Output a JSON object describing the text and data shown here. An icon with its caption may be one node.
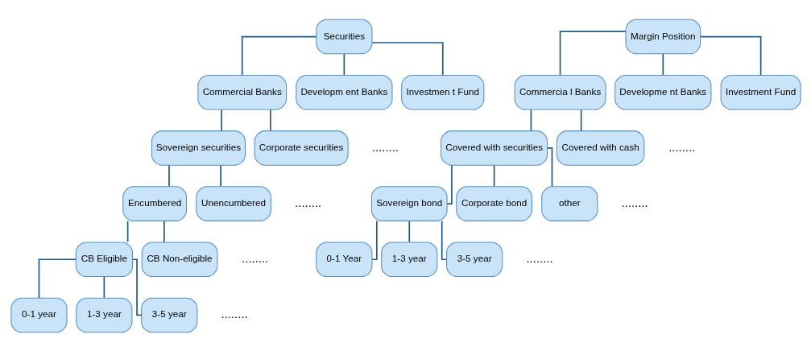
{
  "diagram": {
    "nodes": [
      {
        "text": [
          "Securities"
        ]
      },
      {
        "text": [
          "Commercial Banks"
        ]
      },
      {
        "text": [
          "Developm ent Banks"
        ]
      },
      {
        "text": [
          "Investmen t Fund"
        ]
      },
      {
        "text": [
          "Sovereign securities"
        ]
      },
      {
        "text": [
          "Corporate securities"
        ]
      },
      {
        "text": [
          "Encumbered"
        ]
      },
      {
        "text": [
          "Unencumbered"
        ]
      },
      {
        "text": [
          "CB Eligible"
        ]
      },
      {
        "text": [
          "CB Non-eligible"
        ]
      },
      {
        "text": [
          "0-1 year"
        ]
      },
      {
        "text": [
          "1-3 year"
        ]
      },
      {
        "text": [
          "3-5 year"
        ]
      },
      {
        "text": [
          "Margin Position"
        ]
      },
      {
        "text": [
          "Commercia l Banks"
        ]
      },
      {
        "text": [
          "Developme nt Banks"
        ]
      },
      {
        "text": [
          "Investment Fund"
        ]
      },
      {
        "text": [
          "Covered with securities"
        ]
      },
      {
        "text": [
          "Covered with cash"
        ]
      },
      {
        "text": [
          "Sovereign bond"
        ]
      },
      {
        "text": [
          "Corporate bond"
        ]
      },
      {
        "text": [
          "other"
        ]
      },
      {
        "text": [
          "0-1 Year"
        ]
      },
      {
        "text": [
          "1-3 year"
        ]
      },
      {
        "text": [
          "3-5 year"
        ]
      }
    ],
    "edges": [
      {
        "from": 0,
        "to": 1,
        "arrow": "none"
      },
      {
        "from": 0,
        "to": 2,
        "arrow": "none"
      },
      {
        "from": 0,
        "to": 3,
        "arrow": "none"
      },
      {
        "from": 1,
        "to": 4,
        "arrow": "none"
      },
      {
        "from": 1,
        "to": 5,
        "arrow": "none"
      },
      {
        "from": 4,
        "to": 6,
        "arrow": "none"
      },
      {
        "from": 4,
        "to": 7,
        "arrow": "none"
      },
      {
        "from": 6,
        "to": 8,
        "arrow": "none"
      },
      {
        "from": 6,
        "to": 9,
        "arrow": "none"
      },
      {
        "from": 8,
        "to": 10,
        "arrow": "none"
      },
      {
        "from": 8,
        "to": 11,
        "arrow": "none"
      },
      {
        "from": 8,
        "to": 12,
        "arrow": "none"
      },
      {
        "from": 13,
        "to": 14,
        "arrow": "none"
      },
      {
        "from": 13,
        "to": 15,
        "arrow": "none"
      },
      {
        "from": 13,
        "to": 16,
        "arrow": "none"
      },
      {
        "from": 14,
        "to": 17,
        "arrow": "none"
      },
      {
        "from": 14,
        "to": 18,
        "arrow": "none"
      },
      {
        "from": 17,
        "to": 19,
        "arrow": "none"
      },
      {
        "from": 17,
        "to": 20,
        "arrow": "none"
      },
      {
        "from": 17,
        "to": 21,
        "arrow": "none"
      },
      {
        "from": 19,
        "to": 22,
        "arrow": "none"
      },
      {
        "from": 19,
        "to": 23,
        "arrow": "none"
      },
      {
        "from": 19,
        "to": 24,
        "arrow": "none"
      }
    ],
    "labels": [
      "........",
      "........",
      "........",
      "........",
      "........",
      "........",
      "........"
    ]
  }
}
